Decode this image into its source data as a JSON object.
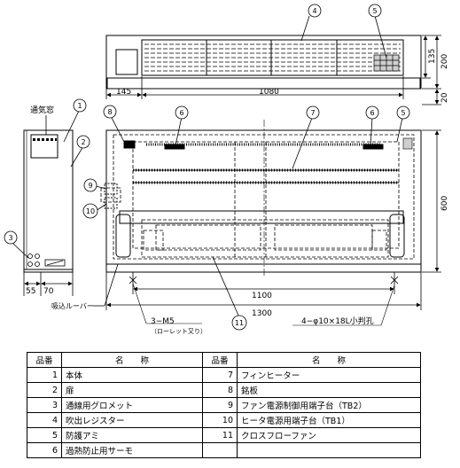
{
  "dims": {
    "d145": "145",
    "d1080": "1080",
    "d135": "135",
    "d200": "200",
    "d20": "20",
    "d600": "600",
    "d1100": "1100",
    "d1300": "1300",
    "d55": "55",
    "d70": "70"
  },
  "labels": {
    "vent": "通気窓",
    "louver": "吸込ルーバー",
    "m5": "3−M5",
    "m5_note": "（ローレット又り）",
    "holes": "4−φ10×18L小判孔"
  },
  "callouts": [
    "1",
    "2",
    "3",
    "4",
    "5",
    "6",
    "7",
    "8",
    "9",
    "10",
    "11",
    "5",
    "6"
  ],
  "table": {
    "headers": [
      "品番",
      "名　　称",
      "品番",
      "名　　称"
    ],
    "rows": [
      {
        "n1": "1",
        "name1": "本体",
        "n2": "7",
        "name2": "フィンヒーター"
      },
      {
        "n1": "2",
        "name1": "扉",
        "n2": "8",
        "name2": "銘板"
      },
      {
        "n1": "3",
        "name1": "通線用グロメット",
        "n2": "9",
        "name2": "ファン電源制御用端子台（TB2）"
      },
      {
        "n1": "4",
        "name1": "吹出レジスター",
        "n2": "10",
        "name2": "ヒータ電源用端子台（TB1）"
      },
      {
        "n1": "5",
        "name1": "防護アミ",
        "n2": "11",
        "name2": "クロスフローファン"
      },
      {
        "n1": "6",
        "name1": "過熱防止用サーモ",
        "n2": "",
        "name2": ""
      }
    ]
  }
}
